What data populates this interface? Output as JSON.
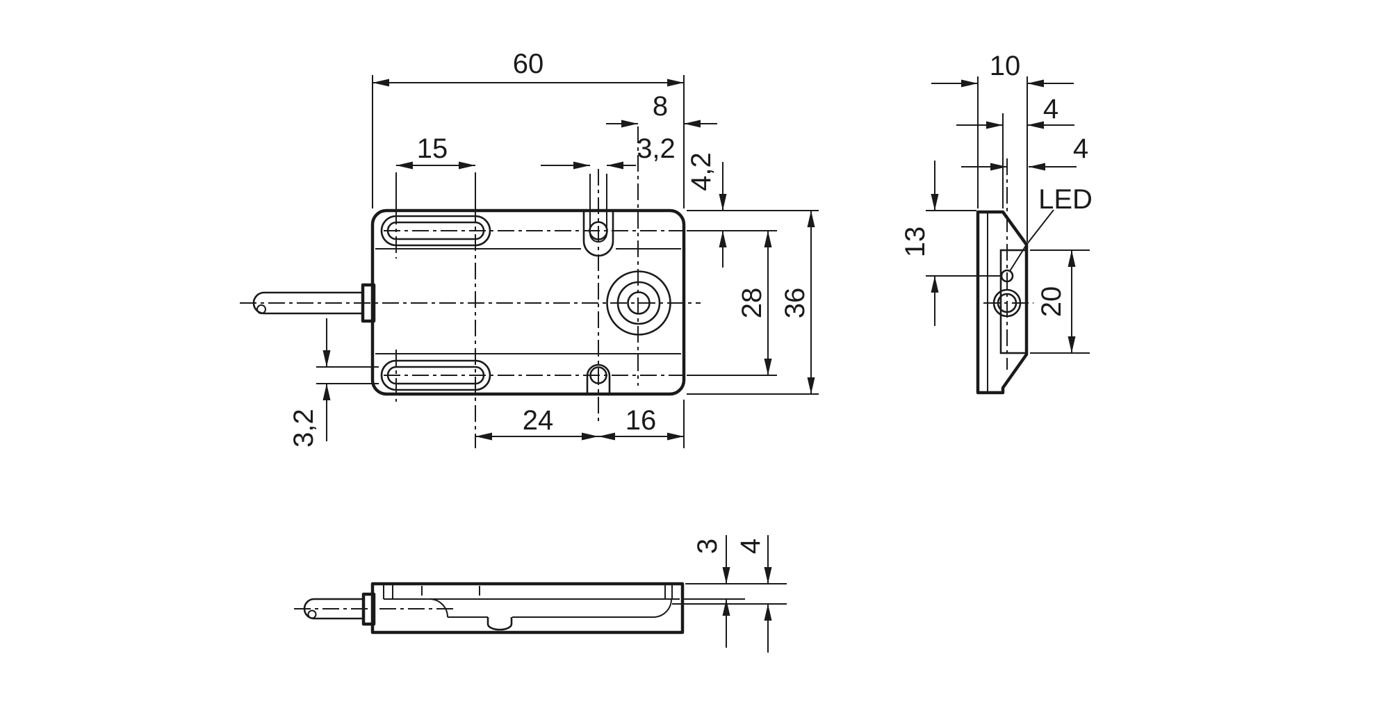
{
  "drawing": {
    "type": "technical-dimension-drawing",
    "units": "mm",
    "colors": {
      "line": "#1a1a1a",
      "background": "#ffffff"
    },
    "front_view": {
      "dims": {
        "length": "60",
        "slot_length": "15",
        "center_to_edge": "8",
        "slot_width_top": "3,2",
        "hole_offset_top": "4,2",
        "hole_spacing": "28",
        "width": "36",
        "slot_to_hole": "24",
        "hole_to_edge": "16",
        "slot_width_left": "3,2"
      }
    },
    "side_view": {
      "dims": {
        "thickness": "10",
        "top_flat": "4",
        "face_to_axis": "4",
        "led_offset": "13",
        "face_height": "20"
      },
      "labels": {
        "led": "LED"
      }
    },
    "bottom_view": {
      "dims": {
        "face_plate": "3",
        "insert_depth": "4"
      }
    }
  }
}
